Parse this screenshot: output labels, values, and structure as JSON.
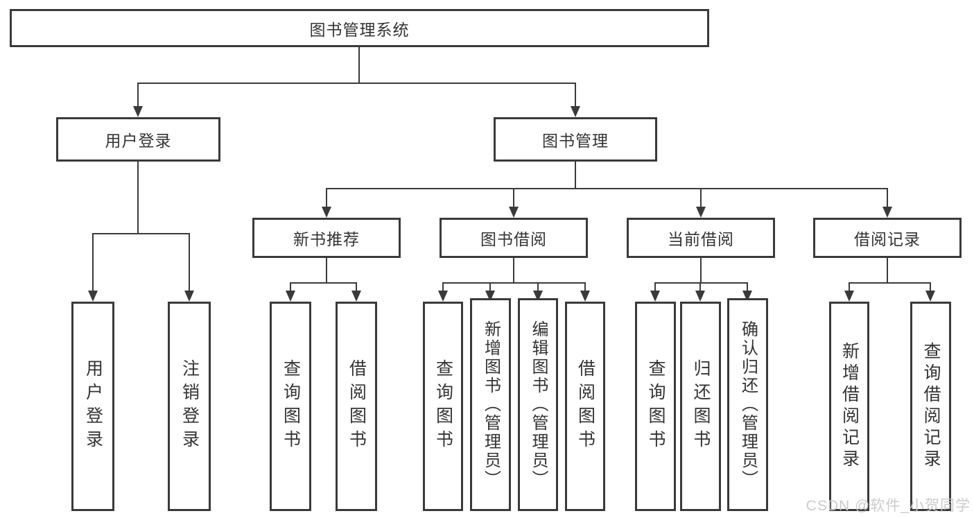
{
  "nodes": {
    "root": "图书管理系统",
    "user_login": "用户登录",
    "book_management": "图书管理",
    "new_book_recommend": "新书推荐",
    "book_borrowing": "图书借阅",
    "current_borrowing": "当前借阅",
    "borrowing_records": "借阅记录"
  },
  "leaves": {
    "user_login": [
      "用户登录",
      "注销登录"
    ],
    "new_book_recommend": [
      "查询图书",
      "借阅图书"
    ],
    "book_borrowing": [
      "查询图书",
      "新增图书（管理员）",
      "编辑图书（管理员）",
      "借阅图书"
    ],
    "current_borrowing": [
      "查询图书",
      "归还图书",
      "确认归还（管理员）"
    ],
    "borrowing_records": [
      "新增借阅记录",
      "查询借阅记录"
    ]
  },
  "watermark": "CSDN @软件_小贺同学",
  "colors": {
    "line": "#3a3a3a",
    "text": "#333333",
    "watermark": "#c8c8c8",
    "background": "#ffffff"
  }
}
